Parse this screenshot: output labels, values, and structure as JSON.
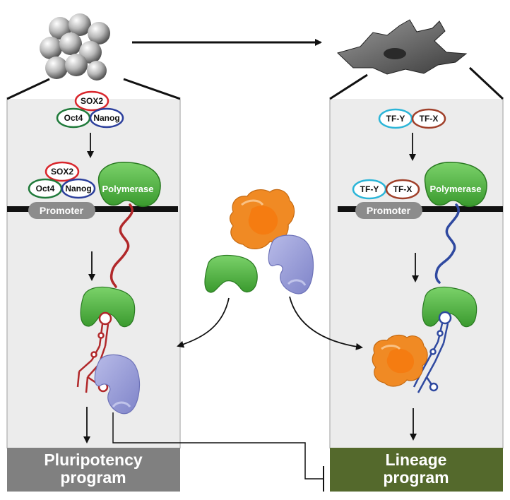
{
  "left_panel": {
    "factors": [
      "SOX2",
      "Oct4",
      "Nanog"
    ],
    "promoter": "Promoter",
    "polymerase": "Polymerase",
    "output_line1": "Pluripotency",
    "output_line2": "program",
    "output_color": "#808080"
  },
  "right_panel": {
    "factors": [
      "TF-Y",
      "TF-X"
    ],
    "promoter": "Promoter",
    "polymerase": "Polymerase",
    "output_line1": "Lineage",
    "output_line2": "program",
    "output_color": "#54692c"
  },
  "colors": {
    "sox2": "#d9262c",
    "oct4": "#1f7a3a",
    "nanog": "#2c3f9c",
    "tfy": "#2bb5d8",
    "tfx": "#a0402a",
    "polymerase": "#4caf3f",
    "lavender": "#9b9fd6",
    "orange": "#f08a24",
    "rna_left": "#b1282a",
    "rna_right": "#2f49a0"
  }
}
